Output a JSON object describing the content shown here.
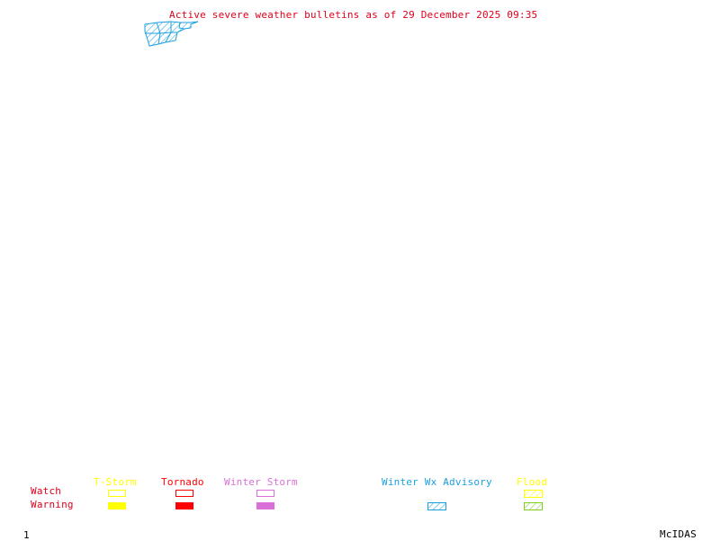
{
  "title": "Active severe weather bulletins as of 29 December 2025 09:35",
  "colors": {
    "title": "#e0001a",
    "region": "#1b9fe0",
    "tstorm": "#ffff00",
    "tornado": "#ff0000",
    "winter_storm": "#d970d9",
    "winter_wx_advisory": "#1b9fe0",
    "flood_watch": "#ffff00",
    "flood_warning": "#7dd320",
    "row_label": "#e0001a",
    "footer": "#000000"
  },
  "legend": {
    "row_labels": {
      "watch": "Watch",
      "warning": "Warning"
    },
    "categories": [
      {
        "key": "tstorm",
        "label": "T-Storm",
        "watch": "outline",
        "warning": "filled"
      },
      {
        "key": "tornado",
        "label": "Tornado",
        "watch": "outline",
        "warning": "filled"
      },
      {
        "key": "winter_storm",
        "label": "Winter Storm",
        "watch": "outline",
        "warning": "filled"
      },
      {
        "key": "winter_wx_advisory",
        "label": "Winter Wx Advisory",
        "watch": null,
        "warning": "hatched"
      },
      {
        "key": "flood",
        "label": "Flood",
        "watch": "hatched",
        "warning": "hatched"
      }
    ]
  },
  "footer": {
    "frame_number": "1",
    "brand": "McIDAS"
  },
  "active_regions": [
    {
      "type": "Winter Wx Advisory",
      "style": "hatched"
    }
  ]
}
